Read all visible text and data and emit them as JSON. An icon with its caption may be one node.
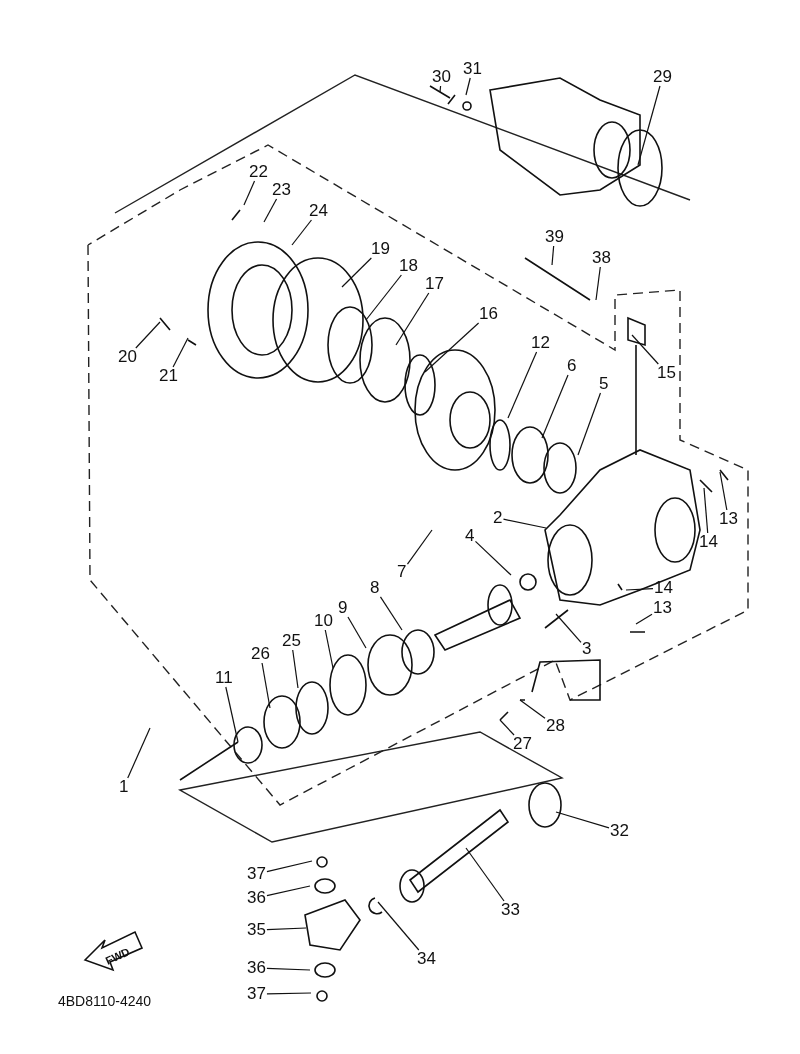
{
  "diagram": {
    "nodes": [
      {
        "text": [
          "30"
        ]
      },
      {
        "text": [
          "31"
        ]
      },
      {
        "text": [
          "29"
        ]
      },
      {
        "text": [
          "22"
        ]
      },
      {
        "text": [
          "23"
        ]
      },
      {
        "text": [
          "24"
        ]
      },
      {
        "text": [
          "39"
        ]
      },
      {
        "text": [
          "19"
        ]
      },
      {
        "text": [
          "38"
        ]
      },
      {
        "text": [
          "18"
        ]
      },
      {
        "text": [
          "17"
        ]
      },
      {
        "text": [
          "16"
        ]
      },
      {
        "text": [
          "12"
        ]
      },
      {
        "text": [
          "20"
        ]
      },
      {
        "text": [
          "6"
        ]
      },
      {
        "text": [
          "15"
        ]
      },
      {
        "text": [
          "21"
        ]
      },
      {
        "text": [
          "5"
        ]
      },
      {
        "text": [
          "2"
        ]
      },
      {
        "text": [
          "13"
        ]
      },
      {
        "text": [
          "4"
        ]
      },
      {
        "text": [
          "14"
        ]
      },
      {
        "text": [
          "7"
        ]
      },
      {
        "text": [
          "8"
        ]
      },
      {
        "text": [
          "14"
        ]
      },
      {
        "text": [
          "9"
        ]
      },
      {
        "text": [
          "13"
        ]
      },
      {
        "text": [
          "10"
        ]
      },
      {
        "text": [
          "25"
        ]
      },
      {
        "text": [
          "3"
        ]
      },
      {
        "text": [
          "26"
        ]
      },
      {
        "text": [
          "11"
        ]
      },
      {
        "text": [
          "28"
        ]
      },
      {
        "text": [
          "27"
        ]
      },
      {
        "text": [
          "1"
        ]
      },
      {
        "text": [
          "32"
        ]
      },
      {
        "text": [
          "37"
        ]
      },
      {
        "text": [
          "36"
        ]
      },
      {
        "text": [
          "33"
        ]
      },
      {
        "text": [
          "35"
        ]
      },
      {
        "text": [
          "34"
        ]
      },
      {
        "text": [
          "36"
        ]
      },
      {
        "text": [
          "37"
        ]
      }
    ],
    "edges": [
      {
        "from": 0,
        "to": null,
        "arrow": "none"
      },
      {
        "from": 1,
        "to": null,
        "arrow": "none"
      },
      {
        "from": 2,
        "to": null,
        "arrow": "none"
      },
      {
        "from": 3,
        "to": null,
        "arrow": "none"
      },
      {
        "from": 4,
        "to": null,
        "arrow": "none"
      },
      {
        "from": 5,
        "to": null,
        "arrow": "none"
      },
      {
        "from": 6,
        "to": null,
        "arrow": "none"
      },
      {
        "from": 7,
        "to": null,
        "arrow": "none"
      },
      {
        "from": 8,
        "to": null,
        "arrow": "none"
      },
      {
        "from": 9,
        "to": null,
        "arrow": "none"
      },
      {
        "from": 10,
        "to": null,
        "arrow": "none"
      },
      {
        "from": 11,
        "to": null,
        "arrow": "none"
      },
      {
        "from": 12,
        "to": null,
        "arrow": "none"
      },
      {
        "from": 13,
        "to": null,
        "arrow": "none"
      },
      {
        "from": 14,
        "to": null,
        "arrow": "none"
      },
      {
        "from": 15,
        "to": null,
        "arrow": "none"
      },
      {
        "from": 16,
        "to": null,
        "arrow": "none"
      },
      {
        "from": 17,
        "to": null,
        "arrow": "none"
      },
      {
        "from": 18,
        "to": null,
        "arrow": "none"
      },
      {
        "from": 19,
        "to": null,
        "arrow": "none"
      },
      {
        "from": 20,
        "to": null,
        "arrow": "none"
      },
      {
        "from": 21,
        "to": null,
        "arrow": "none"
      },
      {
        "from": 22,
        "to": null,
        "arrow": "none"
      },
      {
        "from": 23,
        "to": null,
        "arrow": "none"
      },
      {
        "from": 24,
        "to": null,
        "arrow": "none"
      },
      {
        "from": 25,
        "to": null,
        "arrow": "none"
      },
      {
        "from": 26,
        "to": null,
        "arrow": "none"
      },
      {
        "from": 27,
        "to": null,
        "arrow": "none"
      },
      {
        "from": 28,
        "to": null,
        "arrow": "none"
      },
      {
        "from": 29,
        "to": null,
        "arrow": "none"
      },
      {
        "from": 30,
        "to": null,
        "arrow": "none"
      },
      {
        "from": 31,
        "to": null,
        "arrow": "none"
      },
      {
        "from": 32,
        "to": null,
        "arrow": "none"
      },
      {
        "from": 33,
        "to": null,
        "arrow": "none"
      },
      {
        "from": 34,
        "to": null,
        "arrow": "none"
      },
      {
        "from": 35,
        "to": null,
        "arrow": "none"
      },
      {
        "from": 36,
        "to": null,
        "arrow": "none"
      },
      {
        "from": 37,
        "to": null,
        "arrow": "none"
      },
      {
        "from": 38,
        "to": null,
        "arrow": "none"
      },
      {
        "from": 39,
        "to": null,
        "arrow": "none"
      },
      {
        "from": 40,
        "to": null,
        "arrow": "none"
      },
      {
        "from": 41,
        "to": null,
        "arrow": "none"
      },
      {
        "from": 42,
        "to": null,
        "arrow": "none"
      }
    ],
    "labels": [
      "FWD",
      "4BD8110-4240"
    ]
  }
}
